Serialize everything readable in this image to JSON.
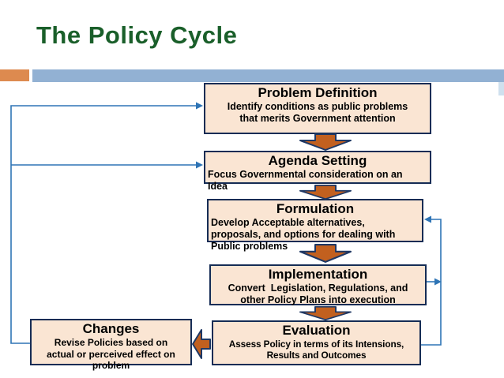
{
  "slide": {
    "title": "The Policy Cycle"
  },
  "colors": {
    "title_green": "#1a5f2a",
    "box_fill": "#fae5d3",
    "box_border": "#152c55",
    "arrow_fill": "#c2601f",
    "arrow_outline": "#1f3864",
    "connector_blue": "#2e74b5",
    "header_bar_blue": "#92b1d3",
    "header_block_orange": "#dd8a4f",
    "header_sliver_blue": "#cfe0ee"
  },
  "diagram": {
    "boxes": [
      {
        "id": "problem-definition",
        "title": "Problem Definition",
        "body": "Identify conditions as public problems\nthat merits Government attention"
      },
      {
        "id": "agenda-setting",
        "title": "Agenda Setting",
        "body": "Focus Governmental consideration on an\nIdea"
      },
      {
        "id": "formulation",
        "title": "Formulation",
        "body": "Develop Acceptable alternatives,\nproposals, and options for dealing with\nPublic problems"
      },
      {
        "id": "implementation",
        "title": "Implementation",
        "body": "Convert  Legislation, Regulations, and\nother Policy Plans into execution"
      },
      {
        "id": "evaluation",
        "title": "Evaluation",
        "body": "Assess Policy in terms of its Intensions,\nResults and Outcomes"
      },
      {
        "id": "changes",
        "title": "Changes",
        "body": "Revise Policies based on\nactual or perceived effect on\nproblem"
      }
    ],
    "flow_arrows": [
      {
        "from": "problem-definition",
        "to": "agenda-setting",
        "shape": "block-down-arrow"
      },
      {
        "from": "agenda-setting",
        "to": "formulation",
        "shape": "block-down-arrow"
      },
      {
        "from": "formulation",
        "to": "implementation",
        "shape": "block-down-arrow"
      },
      {
        "from": "implementation",
        "to": "evaluation",
        "shape": "block-down-arrow"
      },
      {
        "from": "evaluation",
        "to": "changes",
        "shape": "block-left-arrow"
      }
    ],
    "feedback_connectors": [
      {
        "from": "changes",
        "to": "problem-definition",
        "side": "left",
        "style": "thin-blue-arrow"
      },
      {
        "from": "changes",
        "to": "agenda-setting",
        "side": "left",
        "style": "thin-blue-arrow"
      },
      {
        "from": "evaluation",
        "to": "formulation",
        "side": "right",
        "style": "thin-blue-arrow"
      },
      {
        "from": "implementation",
        "to": "right-feedback-line",
        "side": "right",
        "style": "thin-blue-arrow"
      }
    ]
  }
}
